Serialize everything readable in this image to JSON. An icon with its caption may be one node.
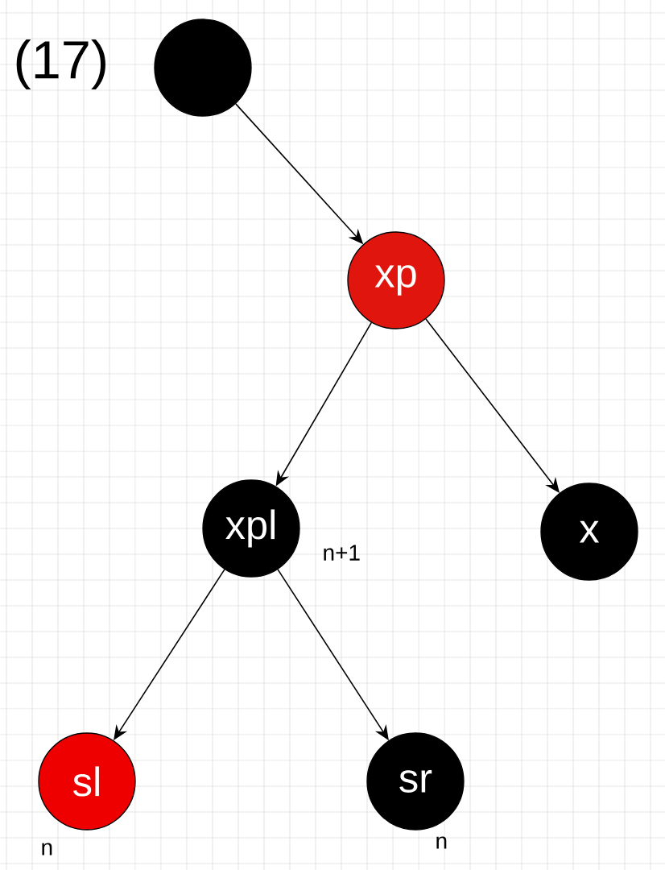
{
  "diagram": {
    "nodes": [
      {
        "text": [],
        "shape": "circle"
      },
      {
        "text": [
          "xp"
        ]
      },
      {
        "text": [
          "xpl"
        ],
        "beside": [
          "n+1"
        ]
      },
      {
        "text": [
          "x"
        ]
      },
      {
        "text": [
          "sl"
        ],
        "beside": [
          "n"
        ]
      },
      {
        "text": [
          "sr"
        ],
        "beside": [
          "n"
        ]
      }
    ],
    "edges": [
      {
        "from": 0,
        "to": 1,
        "arrow": "to"
      },
      {
        "from": 1,
        "to": 2,
        "arrow": "to"
      },
      {
        "from": 1,
        "to": 3,
        "arrow": "to"
      },
      {
        "from": 2,
        "to": 4,
        "arrow": "to"
      },
      {
        "from": 2,
        "to": 5,
        "arrow": "to"
      }
    ],
    "labels": [
      "(17)"
    ]
  }
}
